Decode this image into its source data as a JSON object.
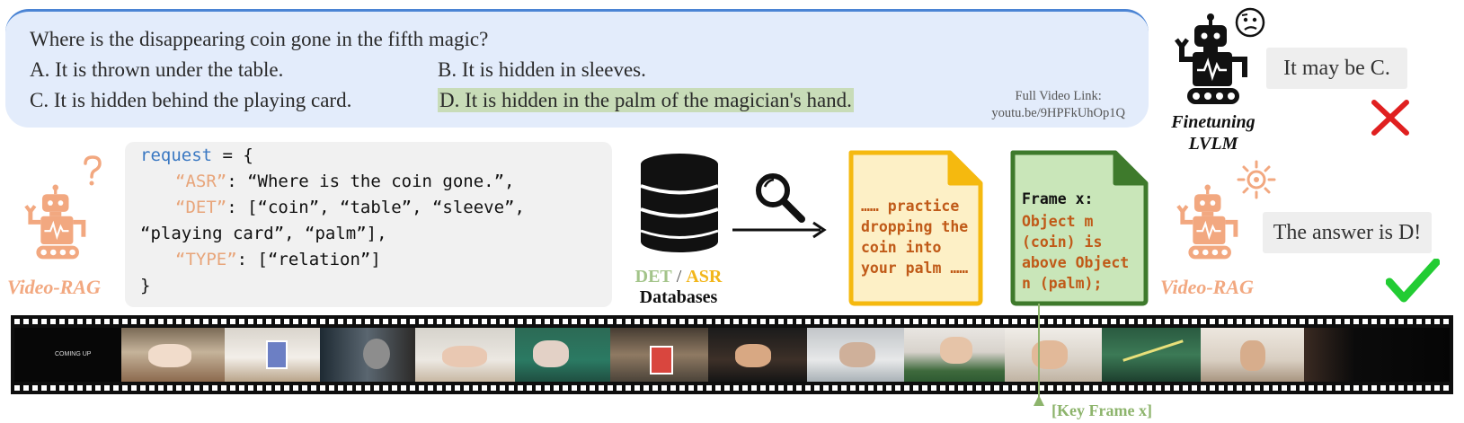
{
  "question": {
    "text": "Where is the disappearing coin gone in the fifth magic?",
    "options": [
      {
        "label": "A. It is thrown under the table."
      },
      {
        "label": "B. It is hidden in sleeves."
      },
      {
        "label": "C. It is hidden behind the playing card."
      },
      {
        "label": "D. It is hidden in the palm of the magician's hand."
      }
    ],
    "link_title": "Full Video Link:",
    "link_url": "youtu.be/9HPFkUhOp1Q"
  },
  "finetuning": {
    "label_line1": "Finetuning",
    "label_line2": "LVLM",
    "answer": "It may be C."
  },
  "video_rag_left": {
    "label": "Video-RAG"
  },
  "video_rag_right": {
    "label": "Video-RAG",
    "answer": "The answer is D!"
  },
  "request": {
    "var": "request",
    "open": " = {",
    "asr_key": "“ASR”",
    "asr_val": ": “Where is the coin gone.”,",
    "det_key": "“DET”",
    "det_val": ": [“coin”, “table”, “sleeve”,",
    "det_val2": "“playing card”, “palm”],",
    "type_key": "“TYPE”",
    "type_val": ": [“relation”]",
    "close": "}"
  },
  "databases": {
    "det": "DET",
    "sep": " / ",
    "asr": "ASR",
    "label": "Databases"
  },
  "asr_doc": {
    "text": "…… practice\ndropping the\ncoin into\nyour palm ……"
  },
  "det_doc": {
    "title": "Frame x:",
    "text": "Object m\n(coin) is\nabove Object\nn (palm);"
  },
  "key_frame": {
    "label": "[Key Frame x]"
  },
  "film_frames": [
    {
      "caption": "COMING UP"
    }
  ],
  "colors": {
    "panel_bg": "#e3ecfb",
    "highlight": "#c8dcb8",
    "robot_video_rag": "#f2a880",
    "robot_finetune": "#111111",
    "code_keyword": "#3a78c2",
    "code_key": "#e8a57a",
    "asr_doc_fill": "#fdf0c6",
    "asr_doc_border": "#f5b90f",
    "det_doc_fill": "#c9e6b9",
    "det_doc_border": "#3e7a2c",
    "wrong": "#e02020",
    "correct": "#22cc33",
    "det_green": "#a3c48a",
    "asr_yellow": "#f2b61b"
  },
  "icons": [
    "robot-icon",
    "confused-face-icon",
    "question-mark-icon",
    "lightbulb-icon",
    "database-icon",
    "magnifier-icon",
    "cross-icon",
    "checkmark-icon"
  ]
}
